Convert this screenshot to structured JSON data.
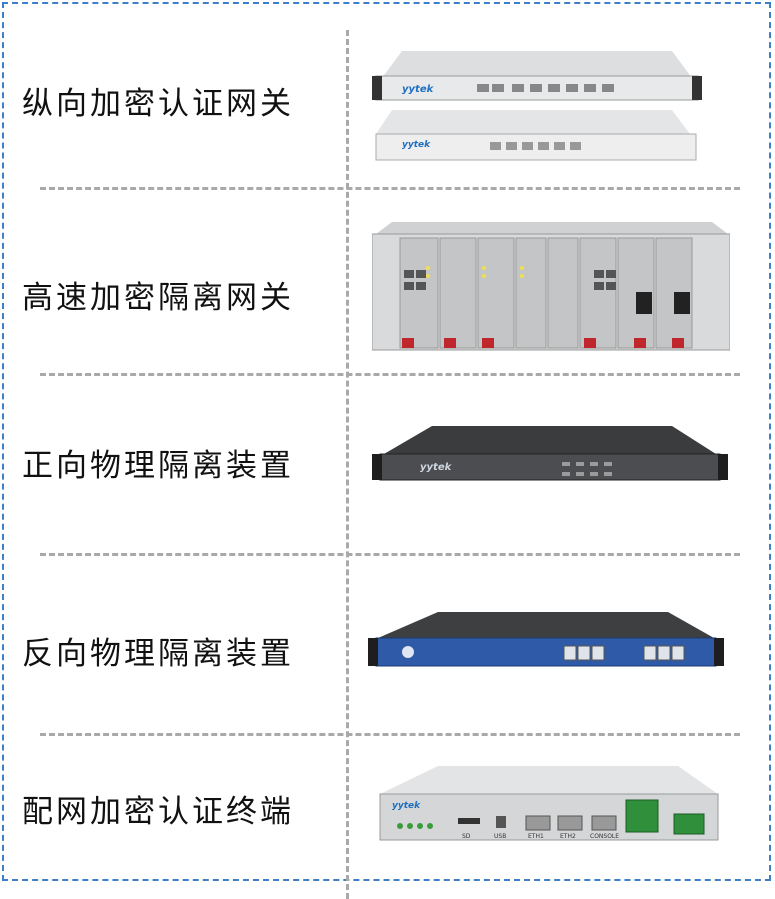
{
  "rows": [
    {
      "label": "纵向加密认证网关",
      "brand": "yytek"
    },
    {
      "label": "高速加密隔离网关"
    },
    {
      "label": "正向物理隔离装置",
      "brand": "yytek"
    },
    {
      "label": "反向物理隔离装置"
    },
    {
      "label": "配网加密认证终端",
      "brand": "yytek",
      "ports": [
        "SD",
        "USB",
        "ETH1",
        "ETH2",
        "CONSOLE"
      ]
    }
  ],
  "colors": {
    "border": "#3d7fc9",
    "divider": "#a9a9a9",
    "brand": "#1f6fc0"
  }
}
